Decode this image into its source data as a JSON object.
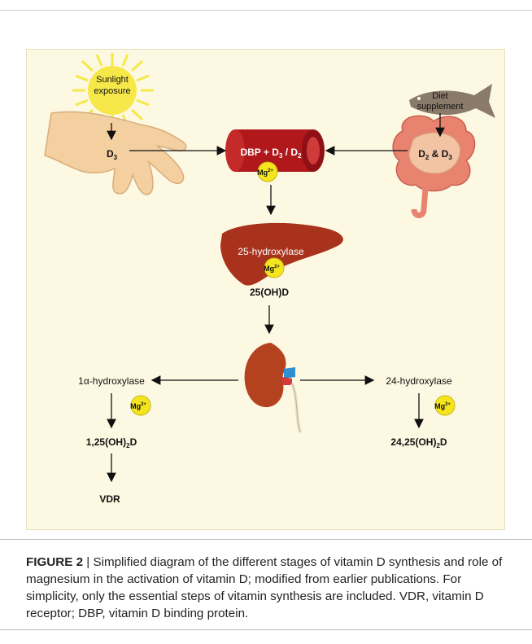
{
  "diagram": {
    "sunlight": "Sunlight",
    "exposure": "exposure",
    "d3_skin": "D",
    "d3_skin_sub": "3",
    "diet": "Diet",
    "supplement": "supplement",
    "gut_d2": "D",
    "gut_d2_sub": "2",
    "gut_amp": " & D",
    "gut_d3_sub": "3",
    "blood_label_a": "DBP + D",
    "blood_sub_a": "3",
    "blood_label_b": " / D",
    "blood_sub_b": "2",
    "mg": "Mg",
    "mg_sup": "2+",
    "liver_enzyme": "25-hydroxylase",
    "liver_product": "25(OH)D",
    "left_enzyme": "1α-hydroxylase",
    "left_product_a": "1,25(OH)",
    "left_product_sub": "2",
    "left_product_b": "D",
    "vdr": "VDR",
    "right_enzyme": "24-hydroxylase",
    "right_product_a": "24,25(OH)",
    "right_product_sub": "2",
    "right_product_b": "D"
  },
  "caption": {
    "label": "FIGURE 2",
    "separator": " | ",
    "text": "Simplified diagram of the different stages of vitamin D synthesis and role of magnesium in the activation of vitamin D; modified from earlier publications. For simplicity, only the essential steps of vitamin synthesis are included. VDR, vitamin D receptor; DBP, vitamin D binding protein."
  },
  "colors": {
    "panel_bg": "#fdf8e1",
    "mg_circle": "#f5e51e",
    "blood_vessel": "#b0181c",
    "liver": "#a8321c",
    "kidney": "#b5421f",
    "gut": "#e8836f",
    "skin": "#f4cfa0",
    "sun": "#f7e84a",
    "fish": "#8a7a6a"
  }
}
